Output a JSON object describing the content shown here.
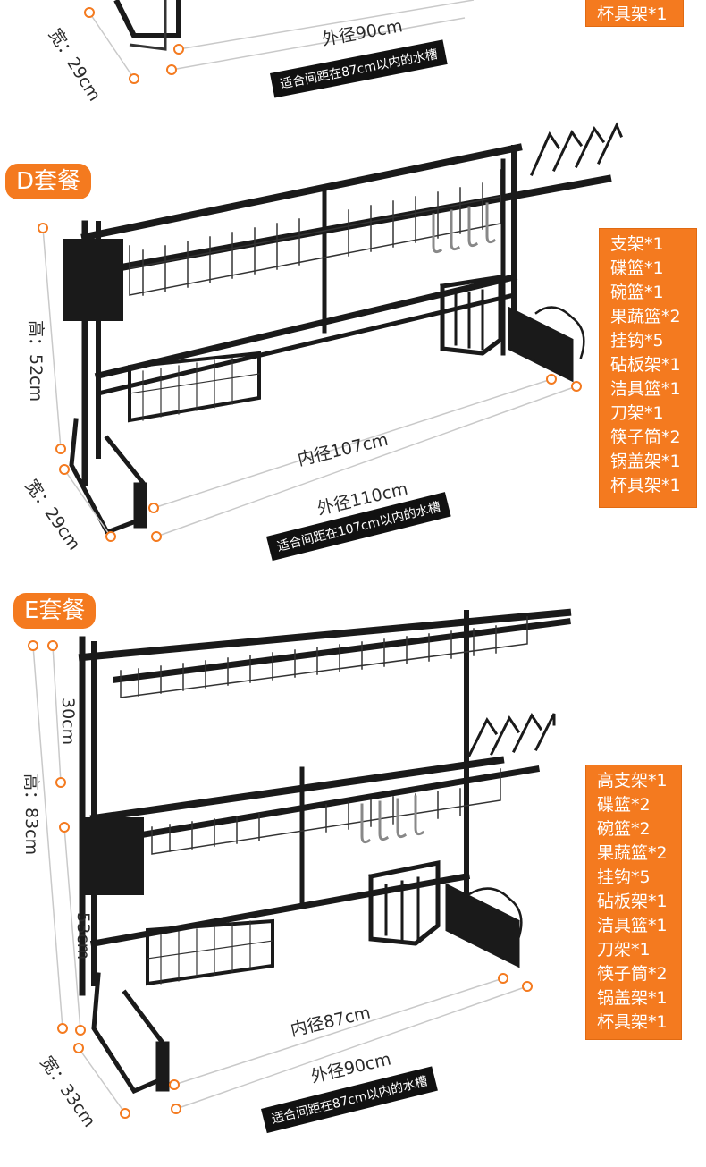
{
  "sections": {
    "c_tail": {
      "width_label": "宽：29cm",
      "outer_label": "外径90cm",
      "note": "适合间距在87cm以内的水槽",
      "last_item": "杯具架*1"
    },
    "d": {
      "tag": "D套餐",
      "height_label": "高：52cm",
      "inner_label": "内径107cm",
      "outer_label": "外径110cm",
      "width_label": "宽：29cm",
      "note": "适合间距在107cm以内的水槽",
      "items": [
        "支架*1",
        "碟篮*1",
        "碗篮*1",
        "果蔬篮*2",
        "挂钩*5",
        "砧板架*1",
        "洁具篮*1",
        "刀架*1",
        "筷子筒*2",
        "锅盖架*1",
        "杯具架*1"
      ]
    },
    "e": {
      "tag": "E套餐",
      "height_label": "高：83cm",
      "upper_label": "30cm",
      "lower_label": "53cm",
      "inner_label": "内径87cm",
      "outer_label": "外径90cm",
      "width_label": "宽：33cm",
      "note": "适合间距在87cm以内的水槽",
      "items": [
        "高支架*1",
        "碟篮*2",
        "碗篮*2",
        "果蔬篮*2",
        "挂钩*5",
        "砧板架*1",
        "洁具篮*1",
        "刀架*1",
        "筷子筒*2",
        "锅盖架*1",
        "杯具架*1"
      ]
    }
  },
  "colors": {
    "accent": "#f47a1f",
    "rack": "#1a1a1a",
    "note_bg": "#111111"
  }
}
